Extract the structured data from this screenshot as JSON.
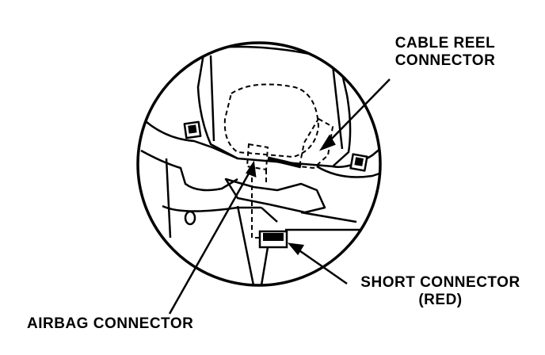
{
  "labels": {
    "cable_reel_line1": "CABLE REEL",
    "cable_reel_line2": "CONNECTOR",
    "short_line1": "SHORT CONNECTOR",
    "short_line2": "(RED)",
    "airbag": "AIRBAG CONNECTOR"
  },
  "colors": {
    "ink": "#000000",
    "paper": "#ffffff"
  }
}
